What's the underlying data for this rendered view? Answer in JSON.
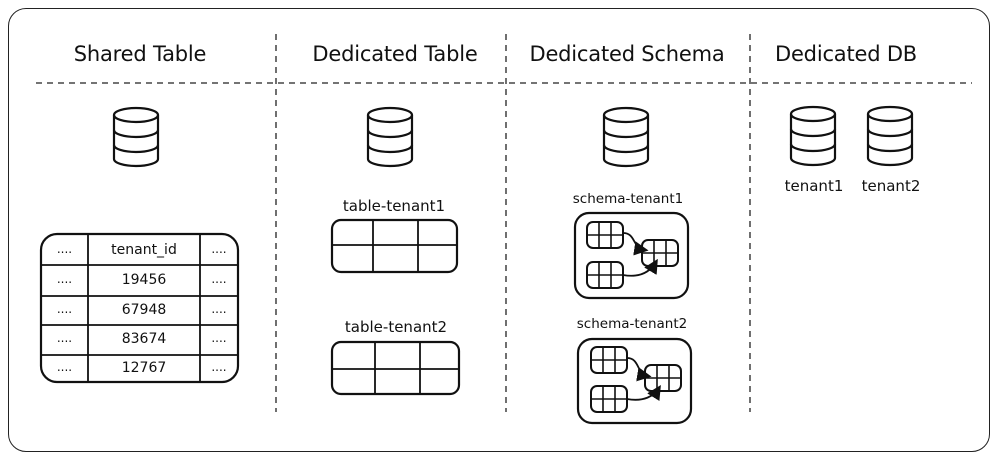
{
  "columns": {
    "shared_table": {
      "title": "Shared Table"
    },
    "dedicated_table": {
      "title": "Dedicated Table",
      "tables": [
        "table-tenant1",
        "table-tenant2"
      ]
    },
    "dedicated_schema": {
      "title": "Dedicated Schema",
      "schemas": [
        "schema-tenant1",
        "schema-tenant2"
      ]
    },
    "dedicated_db": {
      "title": "Dedicated DB",
      "databases": [
        "tenant1",
        "tenant2"
      ]
    }
  },
  "shared_table_grid": {
    "headers": [
      "....",
      "tenant_id",
      "...."
    ],
    "rows": [
      [
        "....",
        "19456",
        "...."
      ],
      [
        "....",
        "67948",
        "...."
      ],
      [
        "....",
        "83674",
        "...."
      ],
      [
        "....",
        "12767",
        "...."
      ]
    ]
  },
  "icons": {
    "database": "database-icon",
    "table": "table-icon",
    "arrow": "arrow-icon"
  }
}
